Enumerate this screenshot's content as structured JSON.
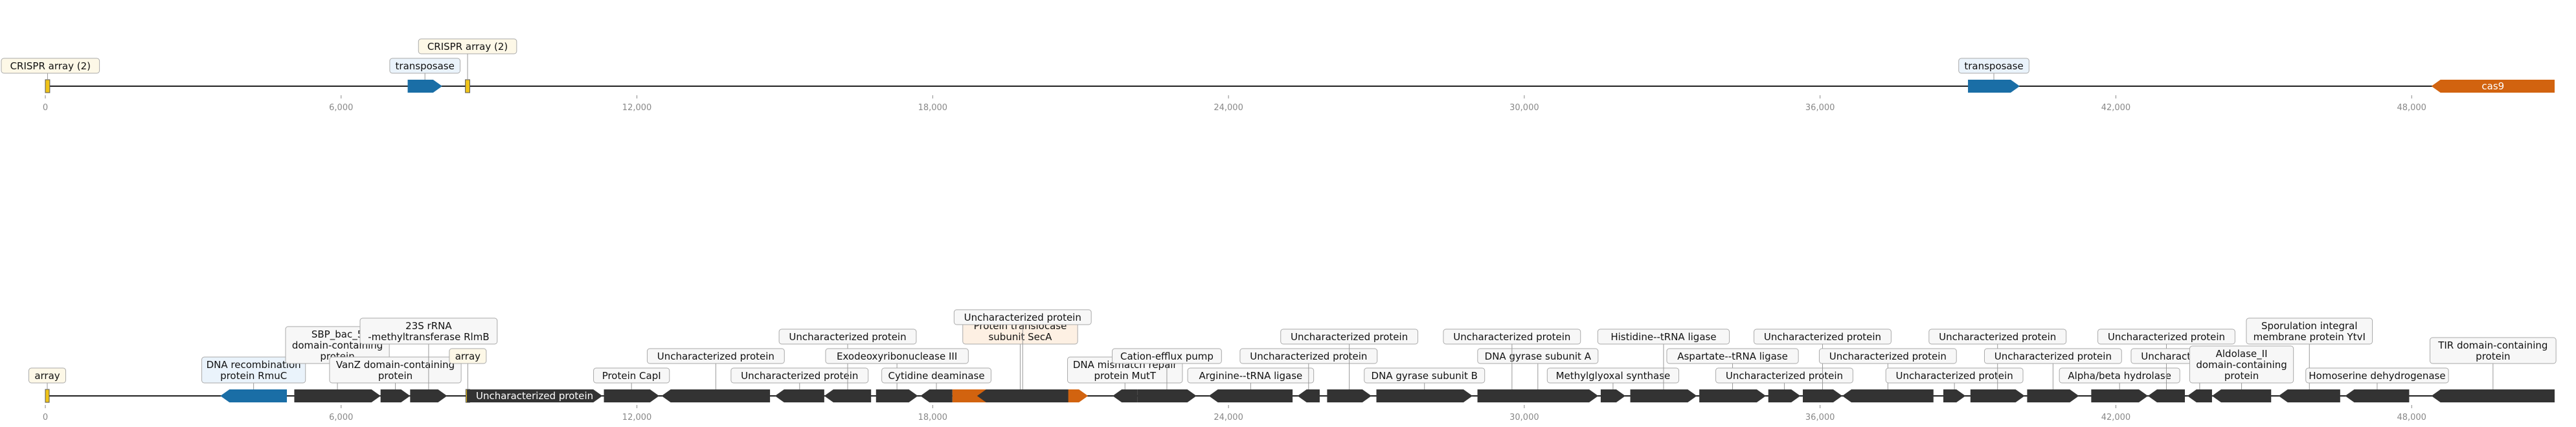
{
  "colors": {
    "axis": "#222222",
    "tick_text": "#888888",
    "dark_feature": "#333333",
    "blue_feature": "#1a6ea6",
    "orange_feature": "#d2630f",
    "crispr_fill": "#f0c419",
    "label_border": "#aaaaaa",
    "label_bg_default": "#f7f7f7",
    "label_bg_blue": "#eaf3fb",
    "label_bg_orange": "#fdf0e3",
    "label_bg_yellow": "#fdf8e7"
  },
  "tracks": [
    {
      "id": "top",
      "domain": [
        0,
        49000
      ],
      "ticks": [
        0,
        6000,
        12000,
        18000,
        24000,
        30000,
        36000,
        42000,
        48000
      ],
      "tick_labels": [
        "0",
        "6,000",
        "12,000",
        "18,000",
        "24,000",
        "30,000",
        "36,000",
        "42,000",
        "48,000"
      ],
      "features": [
        {
          "start": 0,
          "end": 90,
          "strand": 0,
          "kind": "crispr",
          "label": "CRISPR array (2)",
          "label_pos": "boxed"
        },
        {
          "start": 7350,
          "end": 8050,
          "strand": 1,
          "kind": "blue",
          "label": "transposase",
          "label_pos": "boxed"
        },
        {
          "start": 8520,
          "end": 8610,
          "strand": 0,
          "kind": "crispr",
          "label": "CRISPR array (2)",
          "label_pos": "boxed"
        },
        {
          "start": 39000,
          "end": 40050,
          "strand": 1,
          "kind": "blue",
          "label": "transposase",
          "label_pos": "boxed"
        },
        {
          "start": 48400,
          "end": 50900,
          "strand": -1,
          "kind": "orange",
          "label": "cas9",
          "label_pos": "inline"
        }
      ]
    },
    {
      "id": "bottom",
      "domain": [
        0,
        49000
      ],
      "ticks": [
        0,
        6000,
        12000,
        18000,
        24000,
        30000,
        36000,
        42000,
        48000
      ],
      "tick_labels": [
        "0",
        "6,000",
        "12,000",
        "18,000",
        "24,000",
        "30,000",
        "36,000",
        "42,000",
        "48,000"
      ],
      "features": [
        {
          "start": 0,
          "end": 60,
          "strand": 0,
          "kind": "crispr",
          "label": "array",
          "label_pos": "boxed"
        },
        {
          "start": 3550,
          "end": 4900,
          "strand": -1,
          "kind": "blue",
          "label": "DNA recombination protein RmuC",
          "label_pos": "boxed"
        },
        {
          "start": 5050,
          "end": 6800,
          "strand": 1,
          "kind": "dark",
          "label": "SBP_bac_5 domain-containing protein",
          "label_pos": "boxed"
        },
        {
          "start": 6800,
          "end": 7400,
          "strand": 1,
          "kind": "dark",
          "label": "VanZ domain-containing protein",
          "label_pos": "boxed"
        },
        {
          "start": 7400,
          "end": 8150,
          "strand": 1,
          "kind": "dark",
          "label": "23S rRNA -methyltransferase RlmB",
          "label_pos": "boxed"
        },
        {
          "start": 8530,
          "end": 8600,
          "strand": 0,
          "kind": "crispr",
          "label": "array",
          "label_pos": "boxed"
        },
        {
          "start": 8550,
          "end": 11300,
          "strand": 1,
          "kind": "dark",
          "label": "Uncharacterized protein",
          "label_pos": "inline"
        },
        {
          "start": 11330,
          "end": 12450,
          "strand": 1,
          "kind": "dark",
          "label": "Protein CapI",
          "label_pos": "boxed"
        },
        {
          "start": 12500,
          "end": 14700,
          "strand": -1,
          "kind": "dark",
          "label": "Uncharacterized protein",
          "label_pos": "boxed"
        },
        {
          "start": 14800,
          "end": 15800,
          "strand": -1,
          "kind": "dark",
          "label": "Uncharacterized protein",
          "label_pos": "boxed"
        },
        {
          "start": 15800,
          "end": 16750,
          "strand": -1,
          "kind": "dark",
          "label": "Uncharacterized protein",
          "label_pos": "boxed"
        },
        {
          "start": 16850,
          "end": 17700,
          "strand": 1,
          "kind": "dark",
          "label": "Exodeoxyribonuclease III",
          "label_pos": "boxed"
        },
        {
          "start": 17750,
          "end": 18400,
          "strand": -1,
          "kind": "dark",
          "label": "Cytidine deaminase",
          "label_pos": "boxed"
        },
        {
          "start": 18400,
          "end": 21150,
          "strand": 1,
          "kind": "orange",
          "label": "Protein translocase subunit SecA",
          "label_pos": "boxed"
        },
        {
          "start": 18900,
          "end": 20750,
          "strand": -1,
          "kind": "dark",
          "label": "Uncharacterized protein",
          "label_pos": "boxed"
        },
        {
          "start": 21650,
          "end": 22150,
          "strand": -1,
          "kind": "dark",
          "label": "DNA mismatch repair protein MutT",
          "label_pos": "boxed"
        },
        {
          "start": 22150,
          "end": 23350,
          "strand": 1,
          "kind": "dark",
          "label": "Cation-efflux pump",
          "label_pos": "boxed"
        },
        {
          "start": 23600,
          "end": 25300,
          "strand": -1,
          "kind": "dark",
          "label": "Arginine--tRNA ligase",
          "label_pos": "boxed"
        },
        {
          "start": 25400,
          "end": 25850,
          "strand": -1,
          "kind": "dark",
          "label": "Uncharacterized protein",
          "label_pos": "boxed"
        },
        {
          "start": 26000,
          "end": 26900,
          "strand": 1,
          "kind": "dark",
          "label": "Uncharacterized protein",
          "label_pos": "boxed"
        },
        {
          "start": 27000,
          "end": 28950,
          "strand": 1,
          "kind": "dark",
          "label": "DNA gyrase subunit B",
          "label_pos": "boxed"
        },
        {
          "start": 29050,
          "end": 31500,
          "strand": 1,
          "kind": "dark",
          "label": "DNA gyrase subunit A",
          "label_pos": "boxed"
        },
        {
          "start": 29350,
          "end": 30150,
          "strand": -1,
          "kind": "dark",
          "label": "Uncharacterized protein",
          "label_pos": "boxed"
        },
        {
          "start": 31550,
          "end": 32050,
          "strand": 1,
          "kind": "dark",
          "label": "Methylglyoxal synthase",
          "label_pos": "boxed"
        },
        {
          "start": 32150,
          "end": 33500,
          "strand": 1,
          "kind": "dark",
          "label": "Histidine--tRNA ligase",
          "label_pos": "boxed"
        },
        {
          "start": 33550,
          "end": 34900,
          "strand": 1,
          "kind": "dark",
          "label": "Aspartate--tRNA ligase",
          "label_pos": "boxed"
        },
        {
          "start": 34950,
          "end": 35600,
          "strand": 1,
          "kind": "dark",
          "label": "Uncharacterized protein",
          "label_pos": "boxed"
        },
        {
          "start": 35650,
          "end": 36450,
          "strand": 1,
          "kind": "dark",
          "label": "Uncharacterized protein",
          "label_pos": "boxed"
        },
        {
          "start": 36450,
          "end": 38300,
          "strand": -1,
          "kind": "dark",
          "label": "Uncharacterized protein",
          "label_pos": "boxed"
        },
        {
          "start": 38500,
          "end": 38950,
          "strand": 1,
          "kind": "dark",
          "label": "Uncharacterized protein",
          "label_pos": "boxed"
        },
        {
          "start": 39050,
          "end": 40150,
          "strand": 1,
          "kind": "dark",
          "label": "Uncharacterized protein",
          "label_pos": "boxed"
        },
        {
          "start": 40200,
          "end": 41250,
          "strand": 1,
          "kind": "dark",
          "label": "Uncharacterized protein",
          "label_pos": "boxed"
        },
        {
          "start": 41500,
          "end": 42650,
          "strand": 1,
          "kind": "dark",
          "label": "Alpha/beta hydrolase",
          "label_pos": "boxed"
        },
        {
          "start": 42650,
          "end": 43400,
          "strand": -1,
          "kind": "dark",
          "label": "Uncharacterized protein",
          "label_pos": "boxed"
        },
        {
          "start": 43450,
          "end": 43950,
          "strand": -1,
          "kind": "dark",
          "label": "Uncharacterized protein",
          "label_pos": "boxed"
        },
        {
          "start": 43950,
          "end": 45150,
          "strand": -1,
          "kind": "dark",
          "label": "Aldolase_II domain-containing protein",
          "label_pos": "boxed"
        },
        {
          "start": 45300,
          "end": 46550,
          "strand": -1,
          "kind": "dark",
          "label": "Sporulation integral membrane protein YtvI",
          "label_pos": "boxed"
        },
        {
          "start": 46650,
          "end": 47950,
          "strand": -1,
          "kind": "dark",
          "label": "Homoserine dehydrogenase",
          "label_pos": "boxed"
        },
        {
          "start": 48400,
          "end": 50900,
          "strand": -1,
          "kind": "dark",
          "label": "TIR domain-containing protein",
          "label_pos": "boxed"
        }
      ]
    }
  ]
}
